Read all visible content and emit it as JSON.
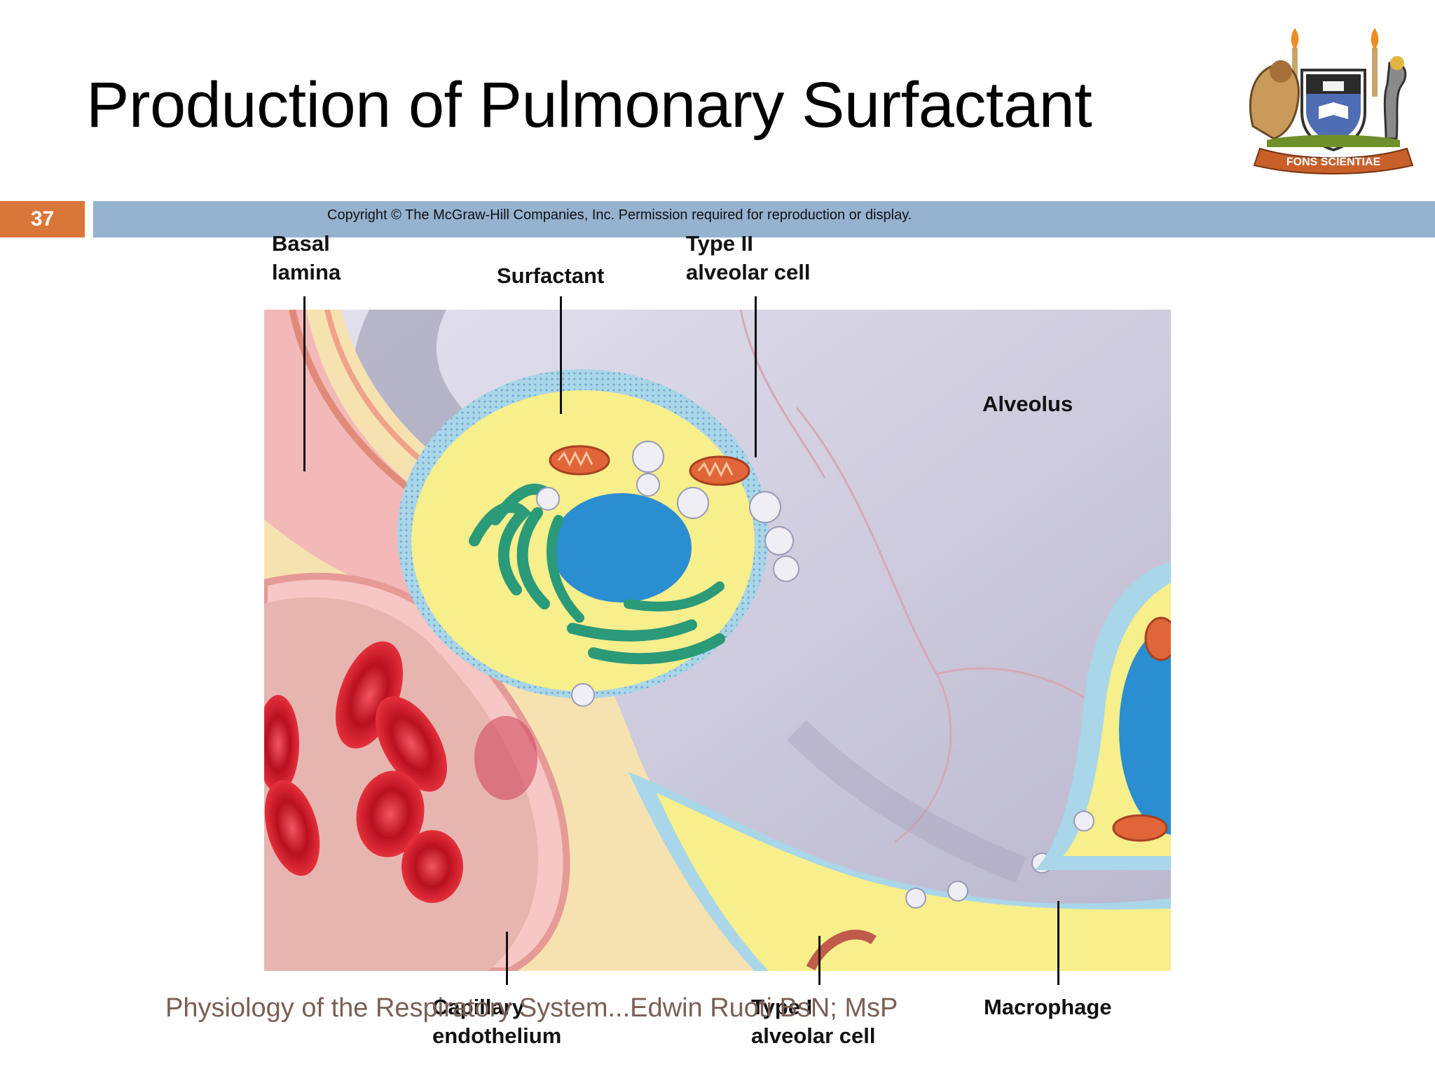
{
  "slide": {
    "title": "Production of Pulmonary Surfactant",
    "number": "37",
    "copyright": "Copyright © The McGraw-Hill Companies, Inc. Permission required for reproduction or display.",
    "footer": "Physiology of the Respiratory System...Edwin Ruoti BsN; MsP"
  },
  "logo": {
    "motto": "FONS SCIENTIAE"
  },
  "figure": {
    "labels": {
      "basal_lamina_1": "Basal",
      "basal_lamina_2": "lamina",
      "surfactant": "Surfactant",
      "type2_1": "Type II",
      "type2_2": "alveolar cell",
      "alveolus": "Alveolus",
      "capillary_1": "Capillary",
      "capillary_2": "endothelium",
      "type1_1": "Type I",
      "type1_2": "alveolar cell",
      "macrophage": "Macrophage"
    }
  },
  "colors": {
    "accent_orange": "#d9763a",
    "bar_blue": "#95b2cf",
    "cell_yellow": "#f7ee8c",
    "nucleus_blue": "#2b8ed0",
    "er_green": "#2a9a78",
    "mito_orange": "#e0663a",
    "rbc_red": "#e02a38",
    "alveolus_lilac": "#cdcbe0"
  }
}
